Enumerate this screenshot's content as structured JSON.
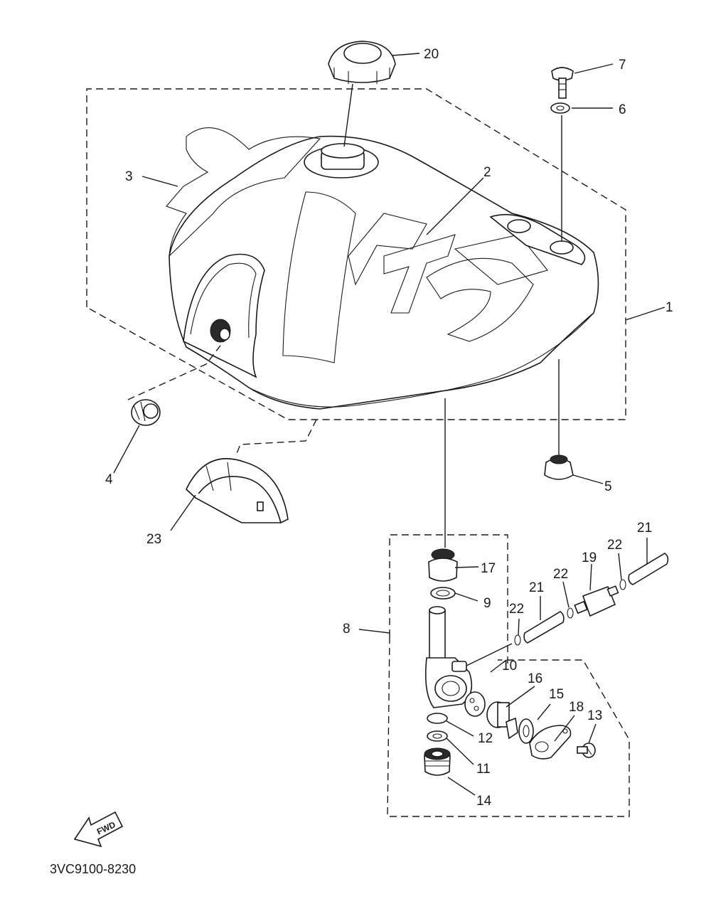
{
  "diagram": {
    "part_code": "3VC9100-8230",
    "fwd_label": "FWD",
    "callouts": {
      "c1": "1",
      "c2": "2",
      "c3": "3",
      "c4": "4",
      "c5": "5",
      "c6": "6",
      "c7": "7",
      "c8": "8",
      "c9": "9",
      "c10": "10",
      "c11": "11",
      "c12": "12",
      "c13": "13",
      "c14": "14",
      "c15": "15",
      "c16": "16",
      "c17": "17",
      "c18": "18",
      "c19": "19",
      "c20": "20",
      "c21a": "21",
      "c21b": "21",
      "c22a": "22",
      "c22b": "22",
      "c22c": "22",
      "c23": "23"
    }
  }
}
